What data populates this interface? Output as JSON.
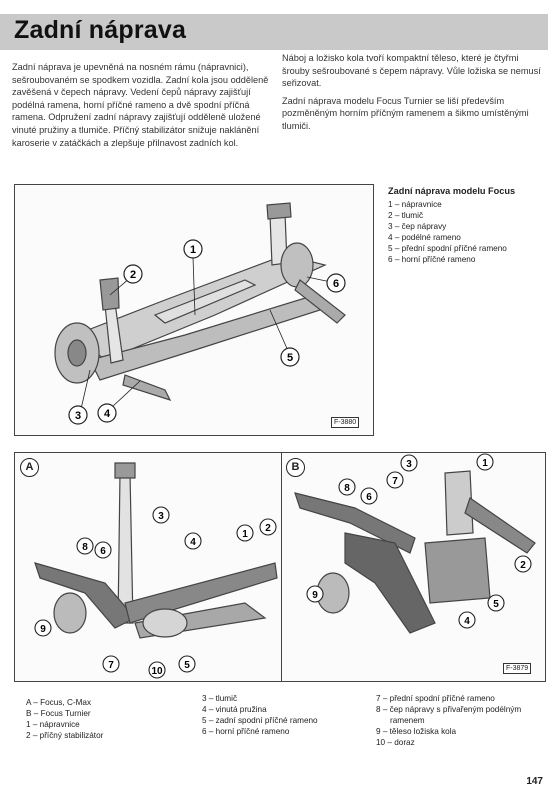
{
  "title": "Zadní náprava",
  "intro_left": "Zadní náprava je upevněná na nosném rámu (nápravnici), sešroubovaném se spodkem vozidla. Zadní kola jsou odděleně zavěšená v čepech nápravy. Vedení čepů nápravy zajišťují podélná ramena, horní příčné rameno a dvě spodní příčná ramena. Odpružení zadní nápravy zajišťují odděleně uložené vinuté pružiny a tlumiče. Příčný stabilizátor snižuje naklánění karoserie v zatáčkách a zlepšuje přilnavost zadních kol.",
  "intro_right_1": "Náboj a ložisko kola tvoří kompaktní těleso, které je čtyřmi šrouby sešroubované s čepem nápravy. Vůle ložiska se nemusí seřizovat.",
  "intro_right_2": "Zadní náprava modelu Focus Turnier se liší především pozměněným horním příčným ramenem a šikmo umístěnými tlumiči.",
  "figure1": {
    "code": "F-3880",
    "callouts": [
      "1",
      "2",
      "3",
      "4",
      "5",
      "6"
    ],
    "legend_title": "Zadní náprava modelu Focus",
    "legend": [
      "1 – nápravnice",
      "2 – tlumič",
      "3 – čep nápravy",
      "4 – podélné rameno",
      "5 – přední spodní příčné rameno",
      "6 – horní příčné rameno"
    ]
  },
  "figure2": {
    "code": "F-3879",
    "panel_a": "A",
    "panel_b": "B",
    "callouts_a": [
      "1",
      "2",
      "3",
      "4",
      "5",
      "6",
      "7",
      "8",
      "9",
      "10"
    ],
    "callouts_b": [
      "1",
      "2",
      "3",
      "4",
      "5",
      "6",
      "7",
      "8",
      "9"
    ]
  },
  "legend2": {
    "col1": [
      "A – Focus, C-Max",
      "B – Focus Turnier",
      "1 – nápravnice",
      "2 – příčný stabilizátor"
    ],
    "col2": [
      "3 – tlumič",
      "4 – vinutá pružina",
      "5 – zadní spodní příčné rameno",
      "6 – horní příčné rameno"
    ],
    "col3": [
      "7 – přední spodní příčné rameno",
      "8 – čep nápravy s přivařeným podélným ramenem",
      "9 – těleso ložiska kola",
      "10 – doraz"
    ]
  },
  "page_number": "147"
}
